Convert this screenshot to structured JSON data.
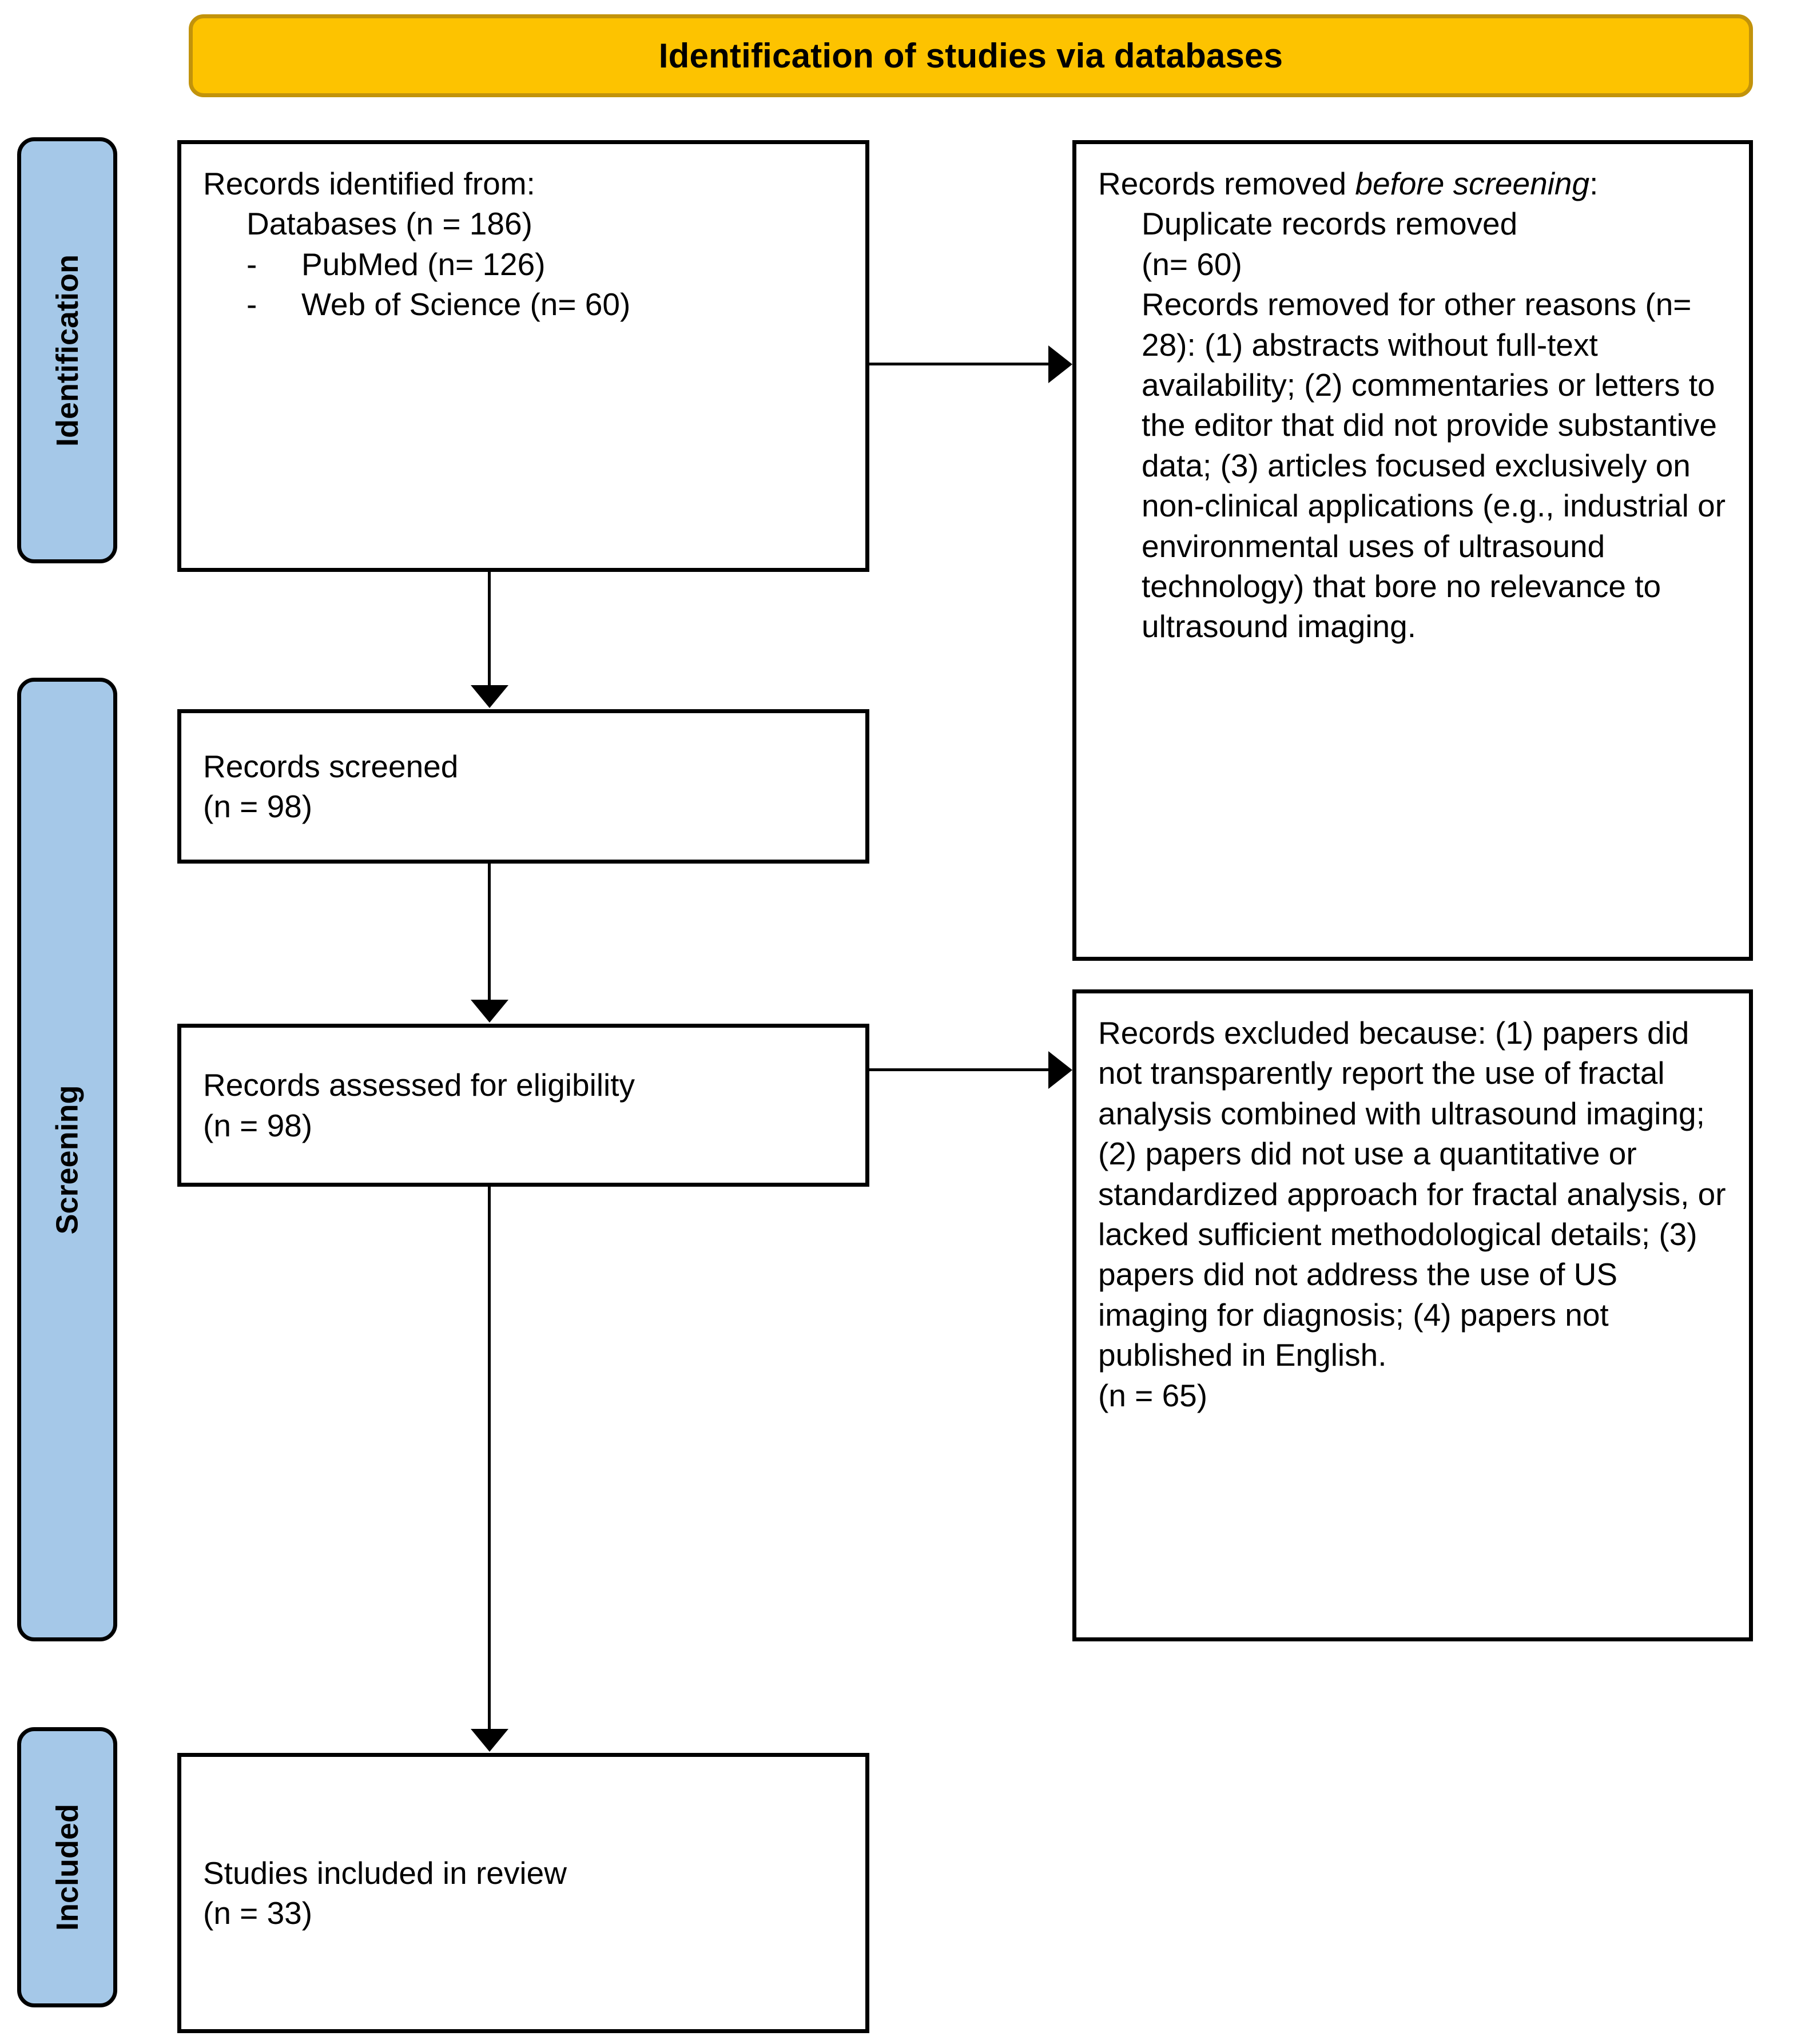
{
  "banner": {
    "title": "Identification of studies via databases",
    "fill_color": "#FDC300",
    "border_color": "#C2930B"
  },
  "stages": {
    "fill_color": "#A5C8E8",
    "identification": "Identification",
    "screening": "Screening",
    "included": "Included"
  },
  "boxes": {
    "identified": {
      "line1": "Records identified from:",
      "line2": "Databases (n = 186)",
      "bullet_marker": "-",
      "bullet1": "PubMed (n= 126)",
      "bullet2": "Web of Science (n= 60)"
    },
    "removed": {
      "heading_prefix": "Records removed ",
      "heading_em": "before screening",
      "heading_suffix": ":",
      "item1_line1": "Duplicate records removed",
      "item1_line2": "(n= 60)",
      "item2": "Records removed for other reasons (n= 28): (1) abstracts without full-text availability; (2) commentaries or letters to the editor that did not provide substantive data; (3) articles focused exclusively on non-clinical applications (e.g., industrial or environmental uses of ultrasound technology) that bore no relevance to ultrasound imaging."
    },
    "screened": {
      "line1": "Records screened",
      "line2": "(n = 98)"
    },
    "assessed": {
      "line1": "Records assessed for eligibility",
      "line2": "(n = 98)"
    },
    "excluded": {
      "body": "Records excluded because: (1) papers did not transparently report the use of fractal analysis combined with ultrasound imaging; (2) papers did not use a quantitative or standardized approach for fractal analysis, or lacked sufficient methodological details; (3) papers did not address the use of US imaging for diagnosis; (4) papers not published in English.",
      "count": "(n = 65)"
    },
    "included": {
      "line1": "Studies included in review",
      "line2": "(n = 33)"
    }
  }
}
